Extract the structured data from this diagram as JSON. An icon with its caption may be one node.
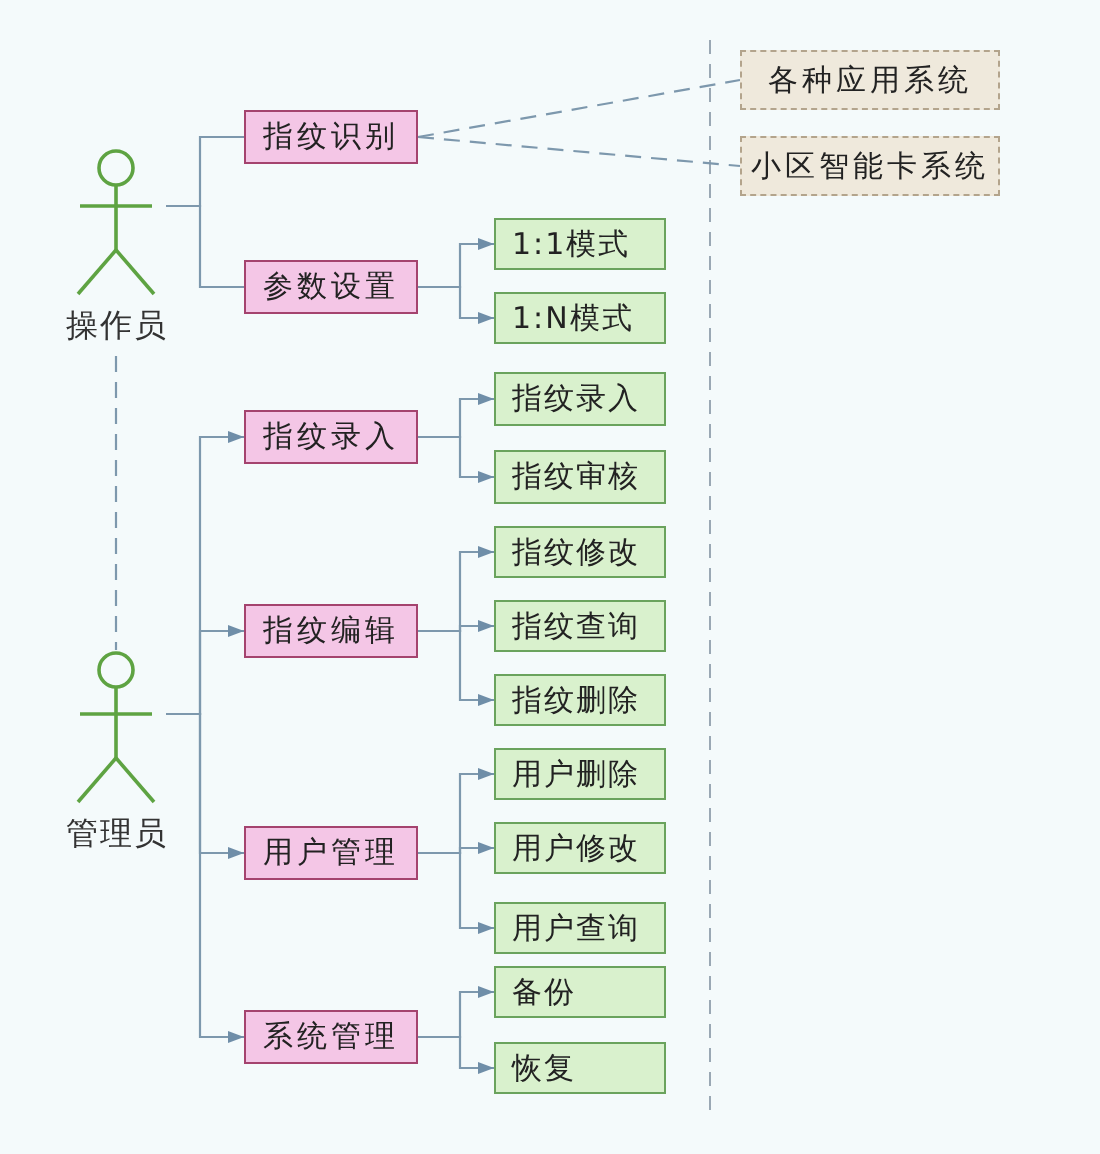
{
  "diagram": {
    "nodes": [
      {
        "text": [
          "操作员"
        ]
      },
      {
        "text": [
          "指纹识别"
        ]
      },
      {
        "text": [
          "参数设置"
        ]
      },
      {
        "text": [
          "1:1模式"
        ]
      },
      {
        "text": [
          "1:N模式"
        ]
      },
      {
        "text": [
          "各种应用系统"
        ]
      },
      {
        "text": [
          "小区智能卡系统"
        ]
      },
      {
        "text": [
          "管理员"
        ]
      },
      {
        "text": [
          "指纹录入"
        ]
      },
      {
        "text": [
          "指纹录入"
        ]
      },
      {
        "text": [
          "指纹审核"
        ]
      },
      {
        "text": [
          "指纹编辑"
        ]
      },
      {
        "text": [
          "指纹修改"
        ]
      },
      {
        "text": [
          "指纹查询"
        ]
      },
      {
        "text": [
          "指纹删除"
        ]
      },
      {
        "text": [
          "用户管理"
        ]
      },
      {
        "text": [
          "用户删除"
        ]
      },
      {
        "text": [
          "用户修改"
        ]
      },
      {
        "text": [
          "用户查询"
        ]
      },
      {
        "text": [
          "系统管理"
        ]
      },
      {
        "text": [
          "备份"
        ]
      },
      {
        "text": [
          "恢复"
        ]
      }
    ],
    "edges": [
      {
        "from": 0,
        "to": 1,
        "arrow": "none"
      },
      {
        "from": 0,
        "to": 2,
        "arrow": "none"
      },
      {
        "from": 2,
        "to": 3,
        "arrow": "to"
      },
      {
        "from": 2,
        "to": 4,
        "arrow": "to"
      },
      {
        "from": 1,
        "to": 5,
        "arrow": "none",
        "style": "dashed"
      },
      {
        "from": 1,
        "to": 6,
        "arrow": "none",
        "style": "dashed"
      },
      {
        "from": 0,
        "to": 7,
        "arrow": "none",
        "style": "dashed"
      },
      {
        "from": 7,
        "to": 8,
        "arrow": "to"
      },
      {
        "from": 7,
        "to": 11,
        "arrow": "to"
      },
      {
        "from": 7,
        "to": 15,
        "arrow": "to"
      },
      {
        "from": 7,
        "to": 19,
        "arrow": "to"
      },
      {
        "from": 8,
        "to": 9,
        "arrow": "to"
      },
      {
        "from": 8,
        "to": 10,
        "arrow": "to"
      },
      {
        "from": 11,
        "to": 12,
        "arrow": "to"
      },
      {
        "from": 11,
        "to": 13,
        "arrow": "to"
      },
      {
        "from": 11,
        "to": 14,
        "arrow": "to"
      },
      {
        "from": 15,
        "to": 16,
        "arrow": "to"
      },
      {
        "from": 15,
        "to": 17,
        "arrow": "to"
      },
      {
        "from": 15,
        "to": 18,
        "arrow": "to"
      },
      {
        "from": 19,
        "to": 20,
        "arrow": "to"
      },
      {
        "from": 19,
        "to": 21,
        "arrow": "to"
      }
    ]
  }
}
